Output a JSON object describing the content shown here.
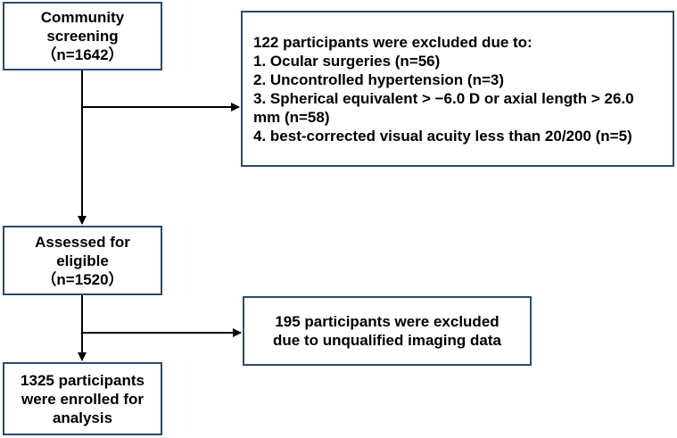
{
  "boxes": {
    "screening": {
      "lines": [
        "Community",
        "screening",
        "（n=1642）"
      ]
    },
    "exclusion1": {
      "lines": [
        "122 participants were excluded due to:",
        "1. Ocular surgeries (n=56)",
        "2. Uncontrolled hypertension (n=3)",
        "3. Spherical equivalent > −6.0 D or axial length > 26.0",
        "mm (n=58)",
        "4. best-corrected visual acuity less than 20/200 (n=5)"
      ]
    },
    "assessed": {
      "lines": [
        "Assessed for",
        "eligible",
        "（n=1520）"
      ]
    },
    "exclusion2": {
      "lines": [
        "195 participants were excluded",
        "due to unqualified imaging data"
      ]
    },
    "enrolled": {
      "lines": [
        "1325 participants",
        "were enrolled for",
        "analysis"
      ]
    }
  },
  "colors": {
    "border": "#2a4a6c",
    "arrow": "#000000",
    "text": "#000000"
  }
}
